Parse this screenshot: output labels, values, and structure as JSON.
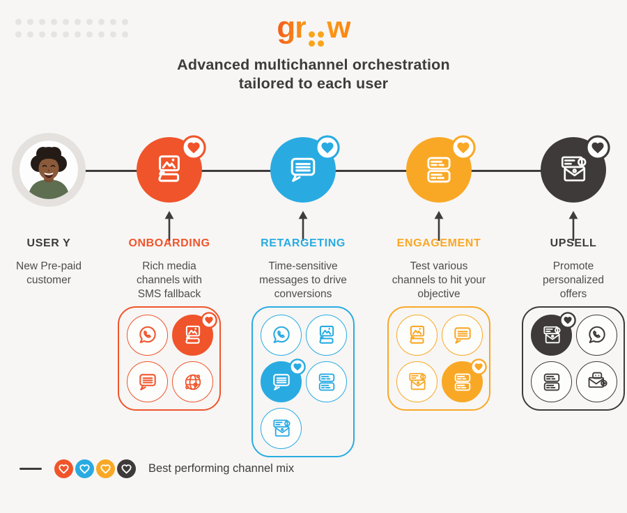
{
  "logo": {
    "left": "gr",
    "right": "w",
    "dot_color": "#F9A51B"
  },
  "title": {
    "line1": "Advanced multichannel orchestration",
    "line2": "tailored to each user"
  },
  "user": {
    "label": "USER Y",
    "description": "New Pre-paid customer"
  },
  "stages": [
    {
      "label": "ONBOARDING",
      "color": "#F0542B",
      "description": "Rich media channels with SMS fallback",
      "node_icon": "rich-media-icon",
      "channels": [
        {
          "icon": "whatsapp-icon",
          "highlighted": false
        },
        {
          "icon": "rich-media-icon",
          "highlighted": true
        },
        {
          "icon": "sms-icon",
          "highlighted": false
        },
        {
          "icon": "web-globe-icon",
          "highlighted": false
        }
      ]
    },
    {
      "label": "RETARGETING",
      "color": "#29ABE2",
      "description": "Time-sensitive messages to drive conversions",
      "node_icon": "sms-icon",
      "channels": [
        {
          "icon": "whatsapp-icon",
          "highlighted": false
        },
        {
          "icon": "rich-media-icon",
          "highlighted": false
        },
        {
          "icon": "sms-icon",
          "highlighted": true
        },
        {
          "icon": "feeds-icon",
          "highlighted": false
        },
        {
          "icon": "email-icon",
          "highlighted": false
        }
      ]
    },
    {
      "label": "ENGAGEMENT",
      "color": "#F9A826",
      "description": "Test various channels to hit your objective",
      "node_icon": "feeds-icon",
      "channels": [
        {
          "icon": "rich-media-icon",
          "highlighted": false
        },
        {
          "icon": "sms-icon",
          "highlighted": false
        },
        {
          "icon": "email-icon",
          "highlighted": false
        },
        {
          "icon": "feeds-icon",
          "highlighted": true
        }
      ]
    },
    {
      "label": "UPSELL",
      "color": "#3E3A39",
      "description": "Promote personalized offers",
      "node_icon": "email-icon",
      "channels": [
        {
          "icon": "email-icon",
          "highlighted": true
        },
        {
          "icon": "whatsapp-icon",
          "highlighted": false
        },
        {
          "icon": "feeds-icon",
          "highlighted": false
        },
        {
          "icon": "rcs-icon",
          "highlighted": false
        }
      ]
    }
  ],
  "legend": {
    "label": "Best performing channel mix",
    "heart_colors": [
      "#F0542B",
      "#29ABE2",
      "#F9A826",
      "#3E3A39"
    ]
  },
  "colors": {
    "background": "#F7F6F4",
    "text_dark": "#3E3B3A",
    "text_body": "#4F4C4A",
    "line": "#3E3B3A"
  }
}
